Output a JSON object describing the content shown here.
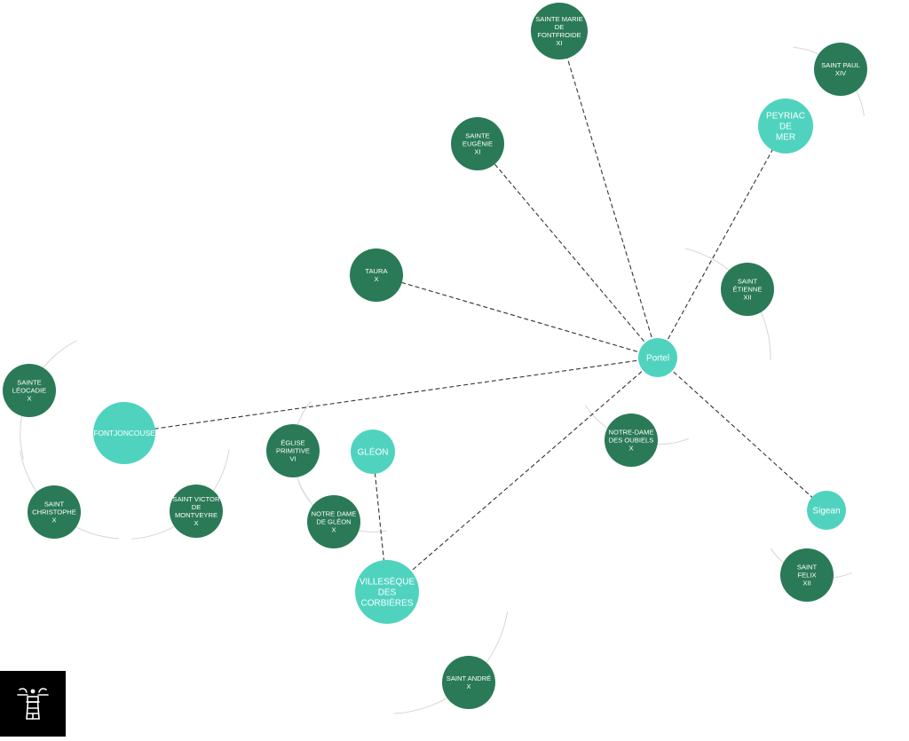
{
  "colors": {
    "church": "#2a7a57",
    "village": "#4fd3bf",
    "link": "#333333",
    "arc": "#d6d6d6",
    "logo_bg": "#000000",
    "logo_fg": "#ffffff"
  },
  "logo": {
    "icon": "lighthouse-emblem-icon"
  },
  "nodes": [
    {
      "id": "portel",
      "type": "village",
      "label": [
        "Portel"
      ]
    },
    {
      "id": "fontjoncouse",
      "type": "village",
      "label": [
        "FONTJONCOUSE"
      ]
    },
    {
      "id": "gleon",
      "type": "village",
      "label": [
        "GLÉON"
      ]
    },
    {
      "id": "villeseque",
      "type": "village",
      "label": [
        "VILLESÈQUE",
        "DES",
        "CORBIÈRES"
      ]
    },
    {
      "id": "peyriac",
      "type": "village",
      "label": [
        "PEYRIAC",
        "DE",
        "MER"
      ]
    },
    {
      "id": "sigean",
      "type": "village",
      "label": [
        "Sigean"
      ]
    },
    {
      "id": "sainte-marie",
      "type": "church",
      "label": [
        "SAINTE MARIE",
        "DE",
        "FONTFROIDE",
        "XI"
      ]
    },
    {
      "id": "saint-paul",
      "type": "church",
      "label": [
        "SAINT PAUL",
        "XIV"
      ]
    },
    {
      "id": "sainte-eugenie",
      "type": "church",
      "label": [
        "SAINTE",
        "EUGÈNIE",
        "XI"
      ]
    },
    {
      "id": "taura",
      "type": "church",
      "label": [
        "TAURA",
        "X"
      ]
    },
    {
      "id": "saint-etienne",
      "type": "church",
      "label": [
        "SAINT",
        "ÉTIENNE",
        "XII"
      ]
    },
    {
      "id": "sainte-leocadie",
      "type": "church",
      "label": [
        "SAINTE",
        "LÉOCADIE",
        "X"
      ]
    },
    {
      "id": "eglise-primitive",
      "type": "church",
      "label": [
        "ÉGLISE",
        "PRIMITIVE",
        "VI"
      ]
    },
    {
      "id": "notre-dame-oubiels",
      "type": "church",
      "label": [
        "NOTRE-DAME",
        "DES OUBIELS",
        "X"
      ]
    },
    {
      "id": "saint-christophe",
      "type": "church",
      "label": [
        "SAINT",
        "CHRISTOPHE",
        "X"
      ]
    },
    {
      "id": "saint-victor",
      "type": "church",
      "label": [
        "SAINT VICTOR",
        "DE",
        "MONTVEYRE",
        "X"
      ]
    },
    {
      "id": "notre-dame-gleon",
      "type": "church",
      "label": [
        "NOTRE DAME",
        "DE GLÉON",
        "X"
      ]
    },
    {
      "id": "saint-felix",
      "type": "church",
      "label": [
        "SAINT",
        "FELIX",
        "XII"
      ]
    },
    {
      "id": "saint-andre",
      "type": "church",
      "label": [
        "SAINT ANDRÉ",
        "X"
      ]
    }
  ],
  "links": [
    [
      "portel",
      "sainte-marie"
    ],
    [
      "portel",
      "peyriac"
    ],
    [
      "portel",
      "sainte-eugenie"
    ],
    [
      "portel",
      "taura"
    ],
    [
      "portel",
      "fontjoncouse"
    ],
    [
      "portel",
      "villeseque"
    ],
    [
      "portel",
      "sigean"
    ],
    [
      "gleon",
      "villeseque"
    ]
  ],
  "arcs": [
    {
      "village": "peyriac",
      "churches": [
        "saint-paul"
      ]
    },
    {
      "village": "portel",
      "churches": [
        "saint-etienne",
        "notre-dame-oubiels"
      ]
    },
    {
      "village": "fontjoncouse",
      "churches": [
        "sainte-leocadie",
        "saint-christophe",
        "saint-victor"
      ]
    },
    {
      "village": "gleon",
      "churches": [
        "eglise-primitive",
        "notre-dame-gleon"
      ]
    },
    {
      "village": "villeseque",
      "churches": [
        "saint-andre"
      ]
    },
    {
      "village": "sigean",
      "churches": [
        "saint-felix"
      ]
    }
  ]
}
